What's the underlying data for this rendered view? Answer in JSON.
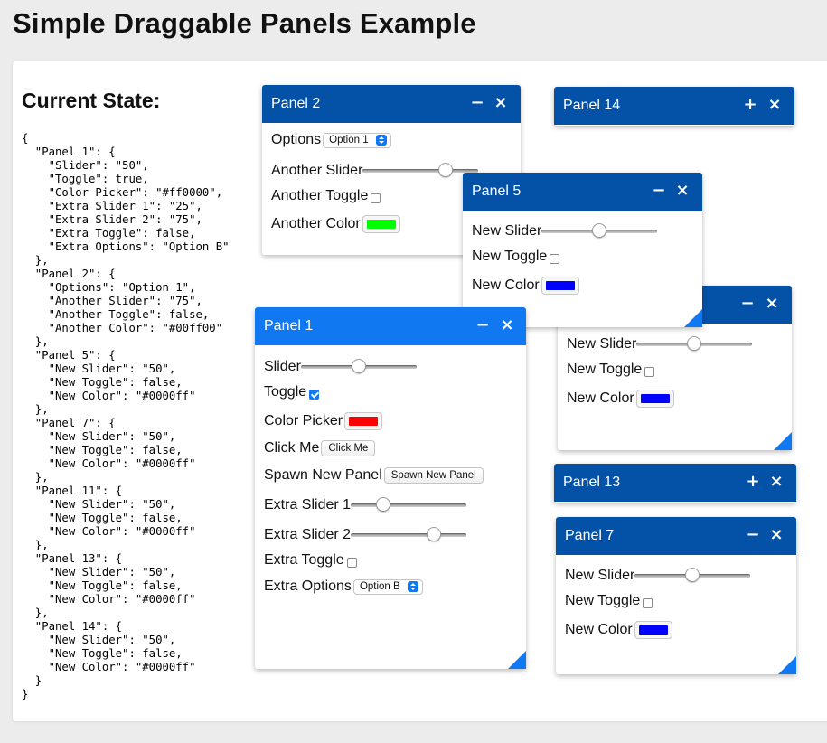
{
  "page_title": "Simple Draggable Panels Example",
  "state": {
    "heading": "Current State:",
    "json_text": "{\n  \"Panel 1\": {\n    \"Slider\": \"50\",\n    \"Toggle\": true,\n    \"Color Picker\": \"#ff0000\",\n    \"Extra Slider 1\": \"25\",\n    \"Extra Slider 2\": \"75\",\n    \"Extra Toggle\": false,\n    \"Extra Options\": \"Option B\"\n  },\n  \"Panel 2\": {\n    \"Options\": \"Option 1\",\n    \"Another Slider\": \"75\",\n    \"Another Toggle\": false,\n    \"Another Color\": \"#00ff00\"\n  },\n  \"Panel 5\": {\n    \"New Slider\": \"50\",\n    \"New Toggle\": false,\n    \"New Color\": \"#0000ff\"\n  },\n  \"Panel 7\": {\n    \"New Slider\": \"50\",\n    \"New Toggle\": false,\n    \"New Color\": \"#0000ff\"\n  },\n  \"Panel 11\": {\n    \"New Slider\": \"50\",\n    \"New Toggle\": false,\n    \"New Color\": \"#0000ff\"\n  },\n  \"Panel 13\": {\n    \"New Slider\": \"50\",\n    \"New Toggle\": false,\n    \"New Color\": \"#0000ff\"\n  },\n  \"Panel 14\": {\n    \"New Slider\": \"50\",\n    \"New Toggle\": false,\n    \"New Color\": \"#0000ff\"\n  }\n}"
  },
  "icons": {
    "minimize": "−",
    "expand": "+",
    "close": "×"
  },
  "colors": {
    "header": "#0452a8",
    "header_active": "#1078f0"
  },
  "panel14": {
    "title": "Panel 14"
  },
  "panel13": {
    "title": "Panel 13"
  },
  "panel2": {
    "title": "Panel 2",
    "options_label": "Options",
    "options_value": "Option 1",
    "another_slider_label": "Another Slider",
    "another_slider_value": 75,
    "another_toggle_label": "Another Toggle",
    "another_toggle_checked": false,
    "another_color_label": "Another Color",
    "another_color_value": "#00ff00"
  },
  "panel5": {
    "title": "Panel 5",
    "slider_label": "New Slider",
    "slider_value": 50,
    "toggle_label": "New Toggle",
    "toggle_checked": false,
    "color_label": "New Color",
    "color_value": "#0000ff"
  },
  "panel11": {
    "slider_label": "New Slider",
    "slider_value": 50,
    "toggle_label": "New Toggle",
    "toggle_checked": false,
    "color_label": "New Color",
    "color_value": "#0000ff"
  },
  "panel7": {
    "title": "Panel 7",
    "slider_label": "New Slider",
    "slider_value": 50,
    "toggle_label": "New Toggle",
    "toggle_checked": false,
    "color_label": "New Color",
    "color_value": "#0000ff"
  },
  "panel1": {
    "title": "Panel 1",
    "slider_label": "Slider",
    "slider_value": 50,
    "toggle_label": "Toggle",
    "toggle_checked": true,
    "color_picker_label": "Color Picker",
    "color_picker_value": "#ff0000",
    "click_me_label": "Click Me",
    "click_me_button": "Click Me",
    "spawn_label": "Spawn New Panel",
    "spawn_button": "Spawn New Panel",
    "extra_slider1_label": "Extra Slider 1",
    "extra_slider1_value": 25,
    "extra_slider2_label": "Extra Slider 2",
    "extra_slider2_value": 75,
    "extra_toggle_label": "Extra Toggle",
    "extra_toggle_checked": false,
    "extra_options_label": "Extra Options",
    "extra_options_value": "Option B"
  }
}
